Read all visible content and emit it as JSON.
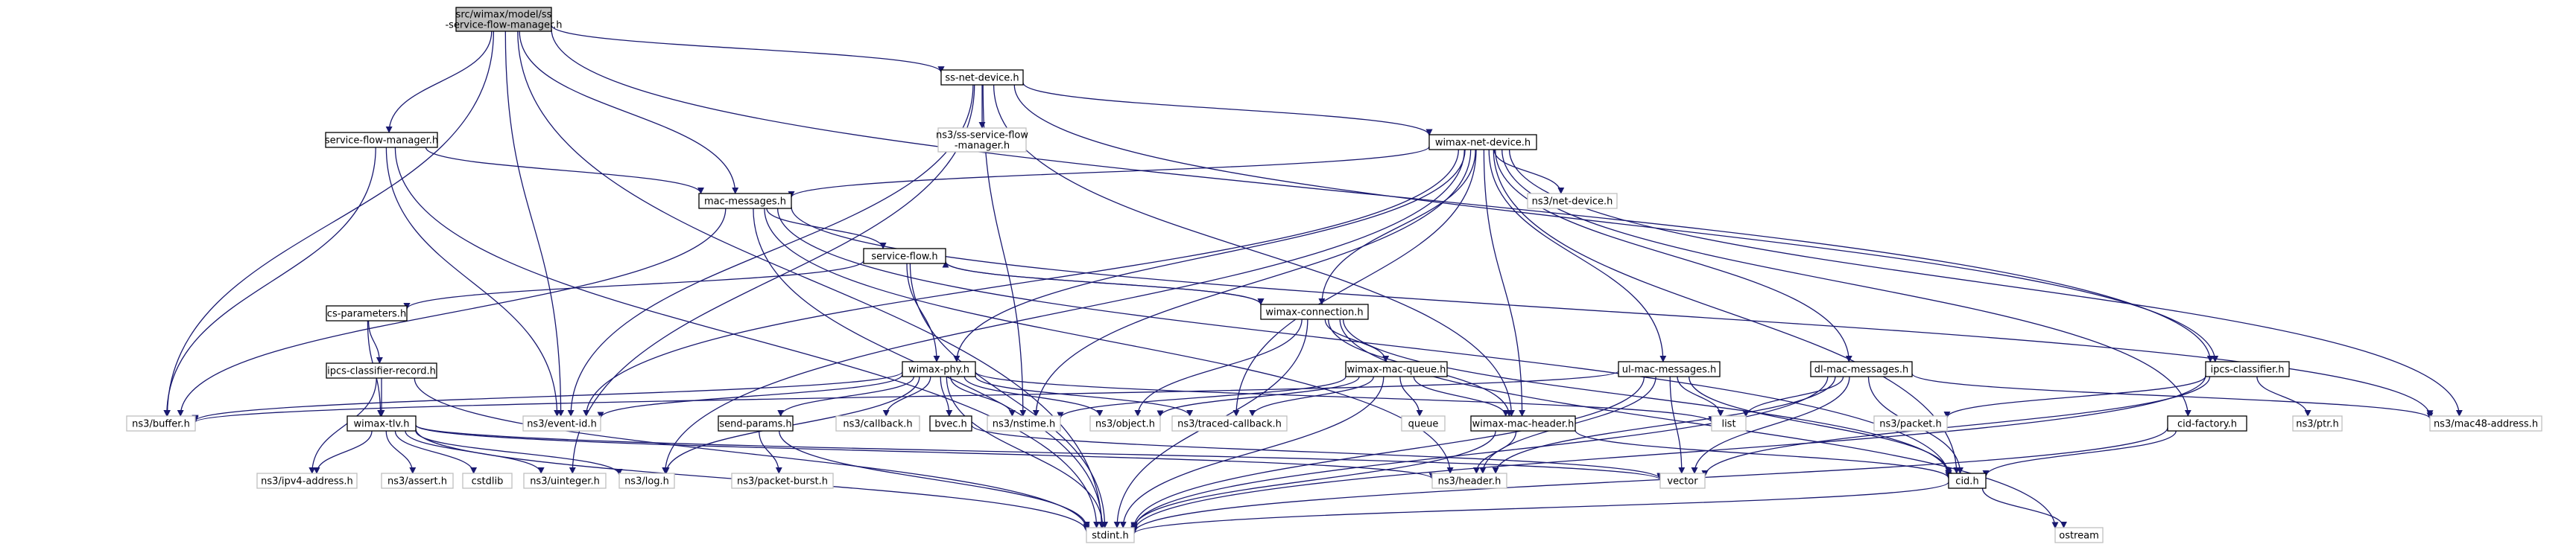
{
  "graph": {
    "edge_color": "#191970",
    "root_fill": "#bfbfbf",
    "external_border": "#bfbfbf",
    "nodes": [
      {
        "id": "root",
        "lines": [
          "src/wimax/model/ss",
          "-service-flow-manager.h"
        ],
        "kind": "root"
      },
      {
        "id": "ss-net-device",
        "lines": [
          "ss-net-device.h"
        ],
        "kind": "file"
      },
      {
        "id": "ss-service-flow-manager",
        "lines": [
          "ns3/ss-service-flow",
          "-manager.h"
        ],
        "kind": "external"
      },
      {
        "id": "service-flow-manager",
        "lines": [
          "service-flow-manager.h"
        ],
        "kind": "file"
      },
      {
        "id": "wimax-net-device",
        "lines": [
          "wimax-net-device.h"
        ],
        "kind": "file"
      },
      {
        "id": "mac-messages",
        "lines": [
          "mac-messages.h"
        ],
        "kind": "file"
      },
      {
        "id": "net-device",
        "lines": [
          "ns3/net-device.h"
        ],
        "kind": "external"
      },
      {
        "id": "service-flow",
        "lines": [
          "service-flow.h"
        ],
        "kind": "file"
      },
      {
        "id": "cs-parameters",
        "lines": [
          "cs-parameters.h"
        ],
        "kind": "file"
      },
      {
        "id": "wimax-connection",
        "lines": [
          "wimax-connection.h"
        ],
        "kind": "file"
      },
      {
        "id": "ipcs-classifier-record",
        "lines": [
          "ipcs-classifier-record.h"
        ],
        "kind": "file"
      },
      {
        "id": "wimax-phy",
        "lines": [
          "wimax-phy.h"
        ],
        "kind": "file"
      },
      {
        "id": "wimax-mac-queue",
        "lines": [
          "wimax-mac-queue.h"
        ],
        "kind": "file"
      },
      {
        "id": "ul-mac-messages",
        "lines": [
          "ul-mac-messages.h"
        ],
        "kind": "file"
      },
      {
        "id": "dl-mac-messages",
        "lines": [
          "dl-mac-messages.h"
        ],
        "kind": "file"
      },
      {
        "id": "ipcs-classifier",
        "lines": [
          "ipcs-classifier.h"
        ],
        "kind": "file"
      },
      {
        "id": "buffer",
        "lines": [
          "ns3/buffer.h"
        ],
        "kind": "external"
      },
      {
        "id": "event-id",
        "lines": [
          "ns3/event-id.h"
        ],
        "kind": "external"
      },
      {
        "id": "wimax-tlv",
        "lines": [
          "wimax-tlv.h"
        ],
        "kind": "file"
      },
      {
        "id": "send-params",
        "lines": [
          "send-params.h"
        ],
        "kind": "file"
      },
      {
        "id": "callback",
        "lines": [
          "ns3/callback.h"
        ],
        "kind": "external"
      },
      {
        "id": "bvec",
        "lines": [
          "bvec.h"
        ],
        "kind": "file"
      },
      {
        "id": "nstime",
        "lines": [
          "ns3/nstime.h"
        ],
        "kind": "external"
      },
      {
        "id": "object",
        "lines": [
          "ns3/object.h"
        ],
        "kind": "external"
      },
      {
        "id": "traced-callback",
        "lines": [
          "ns3/traced-callback.h"
        ],
        "kind": "external"
      },
      {
        "id": "queue",
        "lines": [
          "queue"
        ],
        "kind": "external"
      },
      {
        "id": "wimax-mac-header",
        "lines": [
          "wimax-mac-header.h"
        ],
        "kind": "file"
      },
      {
        "id": "list",
        "lines": [
          "list"
        ],
        "kind": "external"
      },
      {
        "id": "packet",
        "lines": [
          "ns3/packet.h"
        ],
        "kind": "external"
      },
      {
        "id": "ptr",
        "lines": [
          "ns3/ptr.h"
        ],
        "kind": "external"
      },
      {
        "id": "mac48-address",
        "lines": [
          "ns3/mac48-address.h"
        ],
        "kind": "external"
      },
      {
        "id": "cid-factory",
        "lines": [
          "cid-factory.h"
        ],
        "kind": "file"
      },
      {
        "id": "ipv4-address",
        "lines": [
          "ns3/ipv4-address.h"
        ],
        "kind": "external"
      },
      {
        "id": "assert",
        "lines": [
          "ns3/assert.h"
        ],
        "kind": "external"
      },
      {
        "id": "cstdlib",
        "lines": [
          "cstdlib"
        ],
        "kind": "external"
      },
      {
        "id": "uinteger",
        "lines": [
          "ns3/uinteger.h"
        ],
        "kind": "external"
      },
      {
        "id": "log",
        "lines": [
          "ns3/log.h"
        ],
        "kind": "external"
      },
      {
        "id": "packet-burst",
        "lines": [
          "ns3/packet-burst.h"
        ],
        "kind": "external"
      },
      {
        "id": "header",
        "lines": [
          "ns3/header.h"
        ],
        "kind": "external"
      },
      {
        "id": "vector",
        "lines": [
          "vector"
        ],
        "kind": "external"
      },
      {
        "id": "cid",
        "lines": [
          "cid.h"
        ],
        "kind": "file"
      },
      {
        "id": "stdint",
        "lines": [
          "stdint.h"
        ],
        "kind": "external"
      },
      {
        "id": "ostream",
        "lines": [
          "ostream"
        ],
        "kind": "external"
      }
    ],
    "edges": [
      [
        "root",
        "ss-net-device"
      ],
      [
        "root",
        "service-flow-manager"
      ],
      [
        "root",
        "mac-messages"
      ],
      [
        "root",
        "buffer"
      ],
      [
        "root",
        "event-id"
      ],
      [
        "root",
        "stdint"
      ],
      [
        "root",
        "ipcs-classifier"
      ],
      [
        "ss-net-device",
        "ss-service-flow-manager"
      ],
      [
        "ss-net-device",
        "wimax-net-device"
      ],
      [
        "ss-net-device",
        "event-id"
      ],
      [
        "ss-net-device",
        "nstime"
      ],
      [
        "ss-net-device",
        "wimax-mac-header"
      ],
      [
        "ss-net-device",
        "uinteger"
      ],
      [
        "ss-net-device",
        "ipcs-classifier"
      ],
      [
        "service-flow-manager",
        "mac-messages"
      ],
      [
        "service-flow-manager",
        "buffer"
      ],
      [
        "service-flow-manager",
        "event-id"
      ],
      [
        "service-flow-manager",
        "stdint"
      ],
      [
        "wimax-net-device",
        "mac-messages"
      ],
      [
        "wimax-net-device",
        "net-device"
      ],
      [
        "wimax-net-device",
        "wimax-connection"
      ],
      [
        "wimax-net-device",
        "wimax-phy"
      ],
      [
        "wimax-net-device",
        "ul-mac-messages"
      ],
      [
        "wimax-net-device",
        "dl-mac-messages"
      ],
      [
        "wimax-net-device",
        "wimax-mac-header"
      ],
      [
        "wimax-net-device",
        "event-id"
      ],
      [
        "wimax-net-device",
        "nstime"
      ],
      [
        "wimax-net-device",
        "traced-callback"
      ],
      [
        "wimax-net-device",
        "mac48-address"
      ],
      [
        "wimax-net-device",
        "cid"
      ],
      [
        "wimax-net-device",
        "cid-factory"
      ],
      [
        "wimax-net-device",
        "log"
      ],
      [
        "mac-messages",
        "service-flow"
      ],
      [
        "mac-messages",
        "buffer"
      ],
      [
        "mac-messages",
        "stdint"
      ],
      [
        "mac-messages",
        "cid"
      ],
      [
        "mac-messages",
        "mac48-address"
      ],
      [
        "mac-messages",
        "header"
      ],
      [
        "service-flow",
        "cs-parameters"
      ],
      [
        "service-flow",
        "wimax-connection"
      ],
      [
        "service-flow",
        "wimax-phy"
      ],
      [
        "service-flow",
        "stdint"
      ],
      [
        "wimax-connection",
        "service-flow"
      ],
      [
        "wimax-connection",
        "wimax-mac-queue"
      ],
      [
        "wimax-connection",
        "object"
      ],
      [
        "wimax-connection",
        "wimax-mac-header"
      ],
      [
        "wimax-connection",
        "cid"
      ],
      [
        "wimax-connection",
        "stdint"
      ],
      [
        "wimax-connection",
        "ostream"
      ],
      [
        "cs-parameters",
        "ipcs-classifier-record"
      ],
      [
        "cs-parameters",
        "wimax-tlv"
      ],
      [
        "ipcs-classifier-record",
        "wimax-tlv"
      ],
      [
        "ipcs-classifier-record",
        "ipv4-address"
      ],
      [
        "ipcs-classifier-record",
        "stdint"
      ],
      [
        "wimax-phy",
        "buffer"
      ],
      [
        "wimax-phy",
        "event-id"
      ],
      [
        "wimax-phy",
        "send-params"
      ],
      [
        "wimax-phy",
        "callback"
      ],
      [
        "wimax-phy",
        "bvec"
      ],
      [
        "wimax-phy",
        "nstime"
      ],
      [
        "wimax-phy",
        "object"
      ],
      [
        "wimax-phy",
        "traced-callback"
      ],
      [
        "wimax-phy",
        "list"
      ],
      [
        "wimax-phy",
        "log"
      ],
      [
        "wimax-phy",
        "stdint"
      ],
      [
        "wimax-mac-queue",
        "wimax-mac-header"
      ],
      [
        "wimax-mac-queue",
        "object"
      ],
      [
        "wimax-mac-queue",
        "traced-callback"
      ],
      [
        "wimax-mac-queue",
        "nstime"
      ],
      [
        "wimax-mac-queue",
        "queue"
      ],
      [
        "wimax-mac-queue",
        "stdint"
      ],
      [
        "ul-mac-messages",
        "list"
      ],
      [
        "ul-mac-messages",
        "header"
      ],
      [
        "ul-mac-messages",
        "vector"
      ],
      [
        "ul-mac-messages",
        "cid"
      ],
      [
        "ul-mac-messages",
        "stdint"
      ],
      [
        "ul-mac-messages",
        "buffer"
      ],
      [
        "dl-mac-messages",
        "list"
      ],
      [
        "dl-mac-messages",
        "header"
      ],
      [
        "dl-mac-messages",
        "vector"
      ],
      [
        "dl-mac-messages",
        "cid"
      ],
      [
        "dl-mac-messages",
        "stdint"
      ],
      [
        "dl-mac-messages",
        "mac48-address"
      ],
      [
        "ipcs-classifier",
        "packet"
      ],
      [
        "ipcs-classifier",
        "ptr"
      ],
      [
        "ipcs-classifier",
        "vector"
      ],
      [
        "ipcs-classifier",
        "stdint"
      ],
      [
        "wimax-tlv",
        "ipv4-address"
      ],
      [
        "wimax-tlv",
        "assert"
      ],
      [
        "wimax-tlv",
        "cstdlib"
      ],
      [
        "wimax-tlv",
        "uinteger"
      ],
      [
        "wimax-tlv",
        "log"
      ],
      [
        "wimax-tlv",
        "header"
      ],
      [
        "wimax-tlv",
        "vector"
      ],
      [
        "wimax-tlv",
        "stdint"
      ],
      [
        "send-params",
        "packet-burst"
      ],
      [
        "send-params",
        "stdint"
      ],
      [
        "bvec",
        "vector"
      ],
      [
        "wimax-mac-header",
        "header"
      ],
      [
        "wimax-mac-header",
        "cid"
      ],
      [
        "wimax-mac-header",
        "stdint"
      ],
      [
        "cid-factory",
        "cid"
      ],
      [
        "cid-factory",
        "stdint"
      ],
      [
        "cid",
        "stdint"
      ],
      [
        "cid",
        "ostream"
      ]
    ]
  }
}
